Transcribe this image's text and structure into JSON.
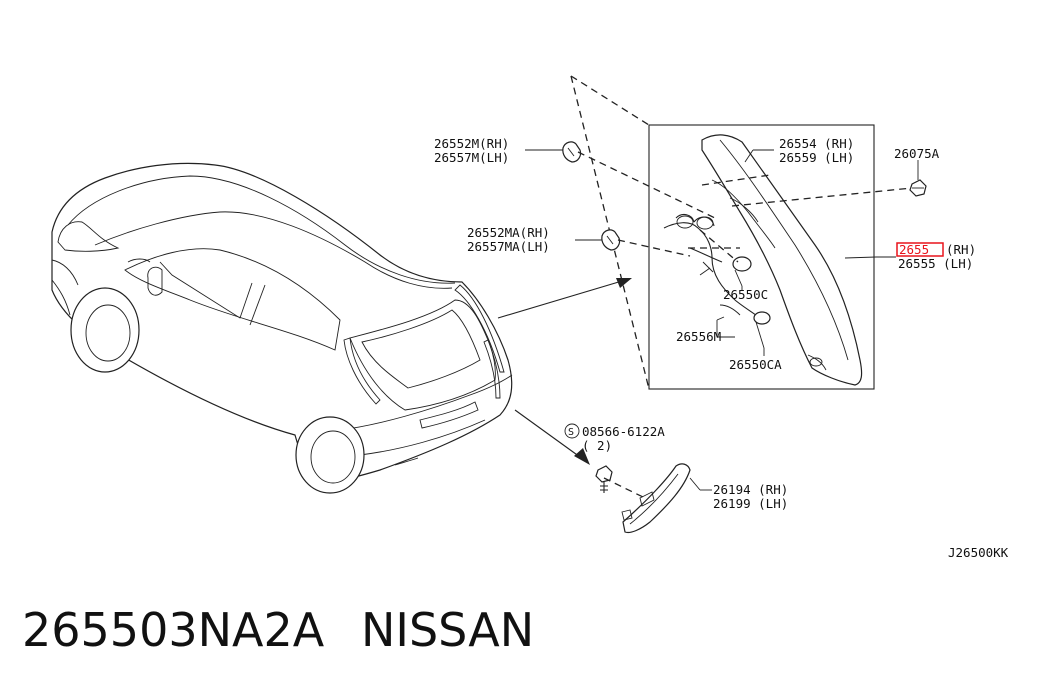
{
  "callouts": {
    "c26552m": [
      "26552M(RH)",
      "26557M(LH)"
    ],
    "c26552ma": [
      "26552MA(RH)",
      "26557MA(LH)"
    ],
    "c26554": [
      "26554 (RH)",
      "26559 (LH)"
    ],
    "c26075a": "26075A",
    "c26550": [
      "2655",
      "(RH)",
      "26555 (LH)"
    ],
    "c26550c": "26550C",
    "c26556m": "26556M",
    "c26550ca": "26550CA",
    "c08566": [
      "08566-6122A",
      "( 2)"
    ],
    "c26194": [
      "26194 (RH)",
      "26199 (LH)"
    ],
    "screw_symbol": "S"
  },
  "diagram_code": "J26500KK",
  "part_number": "265503NA2A",
  "brand": "NISSAN",
  "colors": {
    "highlight": "#e8141c",
    "line": "#222222"
  }
}
